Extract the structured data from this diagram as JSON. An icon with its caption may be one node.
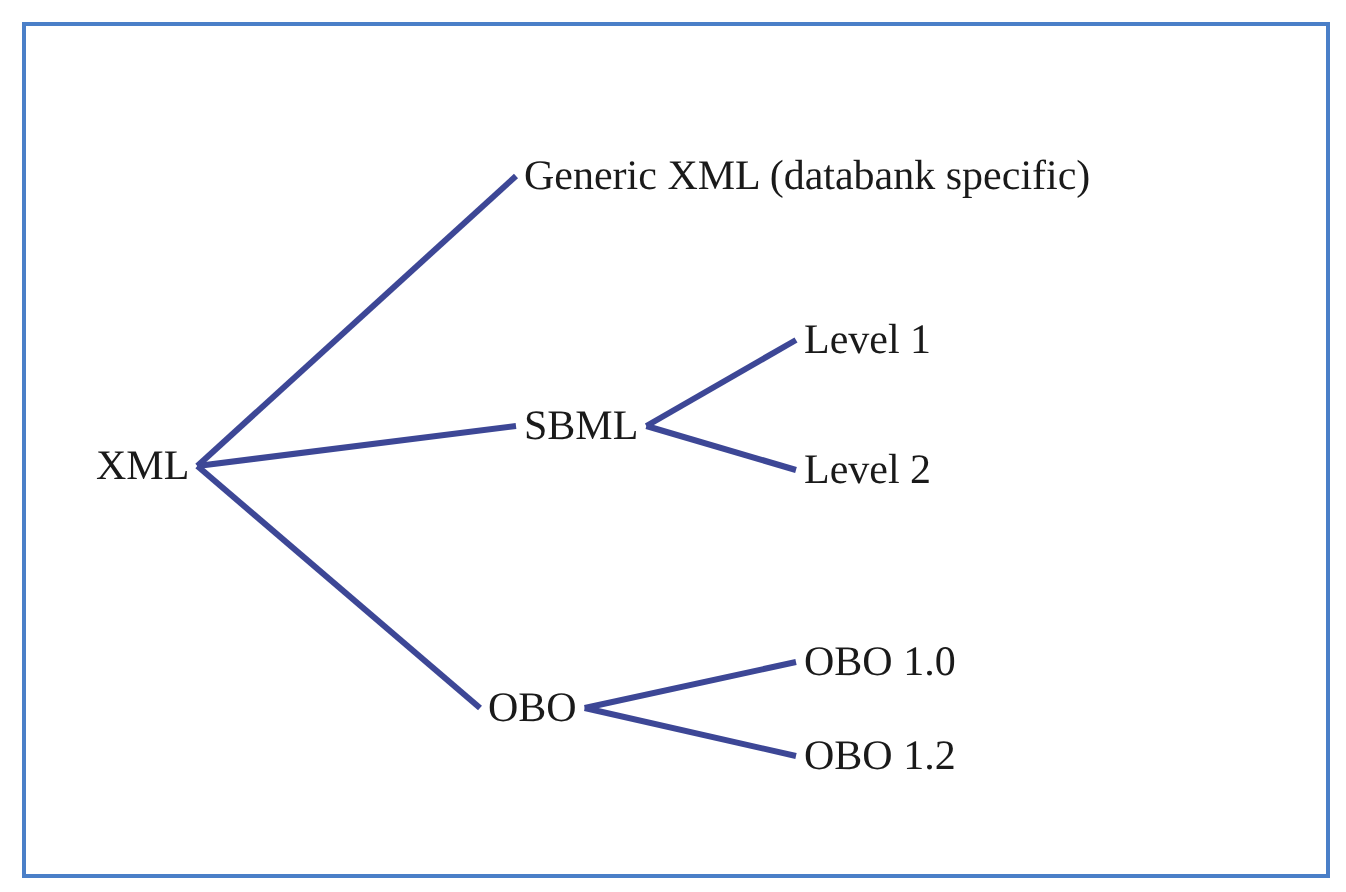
{
  "diagram": {
    "nodes": [
      {
        "text": [
          "XML"
        ]
      },
      {
        "text": [
          "Generic XML (databank specific)"
        ]
      },
      {
        "text": [
          "SBML"
        ]
      },
      {
        "text": [
          "Level 1"
        ]
      },
      {
        "text": [
          "Level 2"
        ]
      },
      {
        "text": [
          "OBO"
        ]
      },
      {
        "text": [
          "OBO 1.0"
        ]
      },
      {
        "text": [
          "OBO 1.2"
        ]
      }
    ],
    "edges": [
      {
        "from": 0,
        "to": 1,
        "arrow": "none"
      },
      {
        "from": 0,
        "to": 2,
        "arrow": "none"
      },
      {
        "from": 0,
        "to": 5,
        "arrow": "none"
      },
      {
        "from": 2,
        "to": 3,
        "arrow": "none"
      },
      {
        "from": 2,
        "to": 4,
        "arrow": "none"
      },
      {
        "from": 5,
        "to": 6,
        "arrow": "none"
      },
      {
        "from": 5,
        "to": 7,
        "arrow": "none"
      }
    ]
  }
}
